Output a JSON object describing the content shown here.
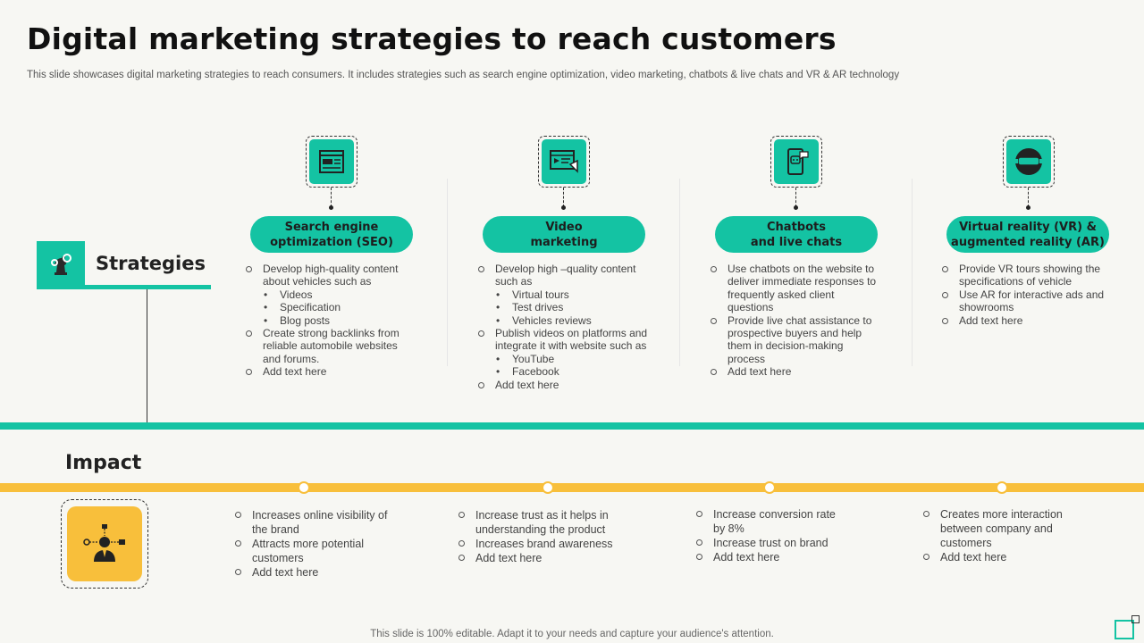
{
  "title": "Digital marketing strategies to reach customers",
  "subtitle": "This slide showcases digital marketing strategies to reach consumers. It includes strategies such as search engine optimization, video marketing, chatbots & live chats and VR & AR technology",
  "strategies_label": "Strategies",
  "impact_label": "Impact",
  "footer": "This slide is 100% editable. Adapt it to your needs and capture your audience's attention.",
  "colors": {
    "teal": "#14c3a3",
    "yellow": "#f8bf3b",
    "background": "#f7f7f3"
  },
  "strategies": [
    {
      "icon": "seo-icon",
      "title_line1": "Search engine",
      "title_line2": "optimization (SEO)",
      "bullets": [
        {
          "type": "o",
          "text": "Develop high-quality content about vehicles such as"
        },
        {
          "type": "sub",
          "text": "Videos"
        },
        {
          "type": "sub",
          "text": "Specification"
        },
        {
          "type": "sub",
          "text": "Blog posts"
        },
        {
          "type": "o",
          "text": "Create strong backlinks from reliable automobile websites and forums."
        },
        {
          "type": "o",
          "text": "Add text here"
        }
      ]
    },
    {
      "icon": "video-marketing-icon",
      "title_line1": "Video",
      "title_line2": "marketing",
      "bullets": [
        {
          "type": "o",
          "text": "Develop high –quality content such as"
        },
        {
          "type": "sub",
          "text": "Virtual tours"
        },
        {
          "type": "sub",
          "text": "Test drives"
        },
        {
          "type": "sub",
          "text": "Vehicles reviews"
        },
        {
          "type": "o",
          "text": "Publish videos on platforms and integrate it with website such as"
        },
        {
          "type": "sub",
          "text": "YouTube"
        },
        {
          "type": "sub",
          "text": "Facebook"
        },
        {
          "type": "o",
          "text": "Add text here"
        }
      ]
    },
    {
      "icon": "chatbot-icon",
      "title_line1": "Chatbots",
      "title_line2": "and live chats",
      "bullets": [
        {
          "type": "o",
          "text": "Use chatbots on the website to deliver immediate responses to frequently asked client questions"
        },
        {
          "type": "o",
          "text": "Provide live chat assistance to prospective buyers and help them in decision-making process"
        },
        {
          "type": "o",
          "text": "Add text here"
        }
      ]
    },
    {
      "icon": "vr-headset-icon",
      "title_line1": "Virtual reality (VR) &",
      "title_line2": "augmented reality (AR)",
      "bullets": [
        {
          "type": "o",
          "text": "Provide VR tours showing the specifications of vehicle"
        },
        {
          "type": "o",
          "text": "Use AR for interactive ads and showrooms"
        },
        {
          "type": "o",
          "text": "Add text here"
        }
      ]
    }
  ],
  "impacts": [
    [
      "Increases online visibility of the brand",
      "Attracts more potential customers",
      "Add text here"
    ],
    [
      "Increase trust as it helps in understanding the product",
      "Increases brand awareness",
      "Add text here"
    ],
    [
      "Increase conversion rate by 8%",
      "Increase trust on brand",
      "Add text here"
    ],
    [
      "Creates more interaction between company and customers",
      "Add text here"
    ]
  ]
}
